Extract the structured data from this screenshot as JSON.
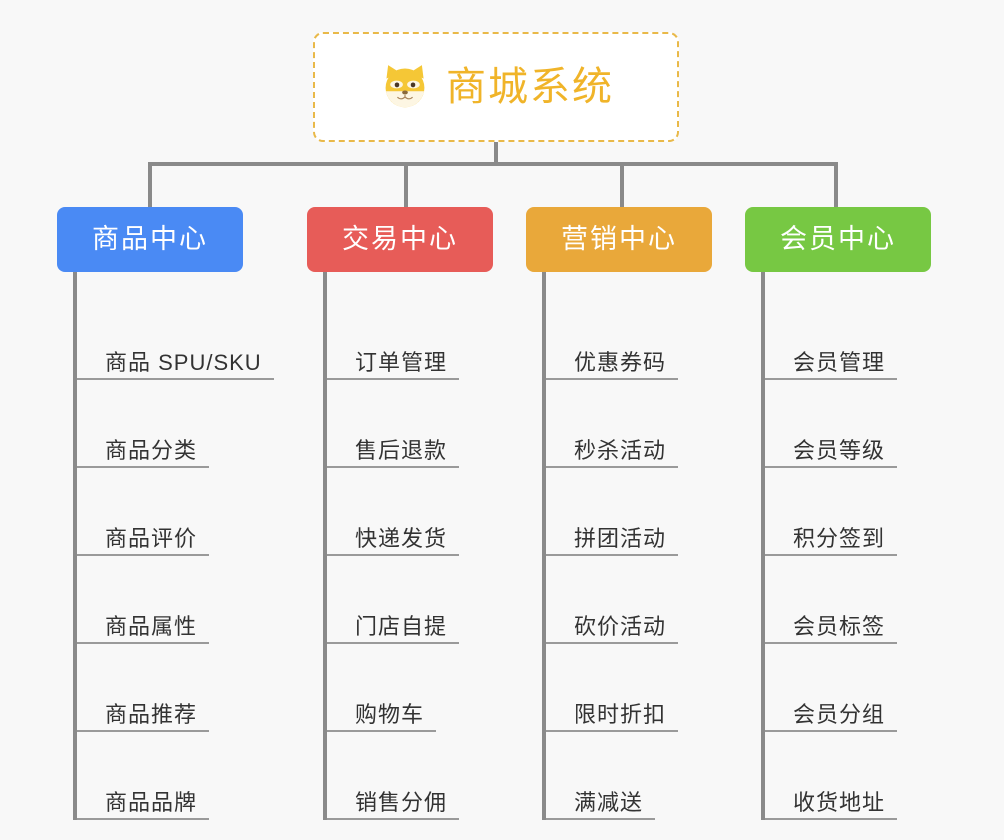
{
  "background_color": "#f8f8f8",
  "root": {
    "icon": "shiba-dog-face-icon",
    "title": "商城系统",
    "text_color": "#f0b429",
    "border_color": "#e9b949",
    "background_color": "#ffffff"
  },
  "connector_color": "#8a8a8a",
  "columns": [
    {
      "id": "product-center",
      "label": "商品中心",
      "color": "#4a8af4",
      "items": [
        "商品 SPU/SKU",
        "商品分类",
        "商品评价",
        "商品属性",
        "商品推荐",
        "商品品牌"
      ]
    },
    {
      "id": "trade-center",
      "label": "交易中心",
      "color": "#e75c58",
      "items": [
        "订单管理",
        "售后退款",
        "快递发货",
        "门店自提",
        "购物车",
        "销售分佣"
      ]
    },
    {
      "id": "marketing-center",
      "label": "营销中心",
      "color": "#e9a83a",
      "items": [
        "优惠券码",
        "秒杀活动",
        "拼团活动",
        "砍价活动",
        "限时折扣",
        "满减送"
      ]
    },
    {
      "id": "member-center",
      "label": "会员中心",
      "color": "#77c843",
      "items": [
        "会员管理",
        "会员等级",
        "积分签到",
        "会员标签",
        "会员分组",
        "收货地址"
      ]
    }
  ]
}
